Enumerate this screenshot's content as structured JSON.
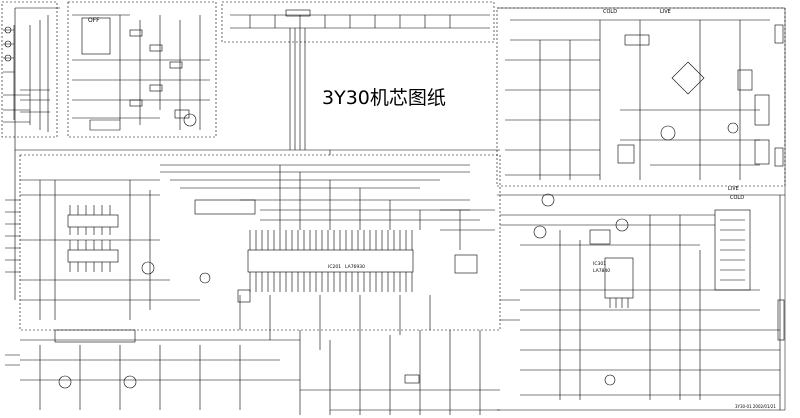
{
  "title": "3Y30机芯图纸",
  "labels": {
    "cold_top": "COLD",
    "live_top": "LIVE",
    "live_mid": "LIVE",
    "cold_mid": "COLD",
    "off": "OFF",
    "ic201": "IC201",
    "ic201_part": "LA76930",
    "ic301": "IC301",
    "ic301_part": "LA7840",
    "footer": "3Y30-01 2002/01/21"
  }
}
